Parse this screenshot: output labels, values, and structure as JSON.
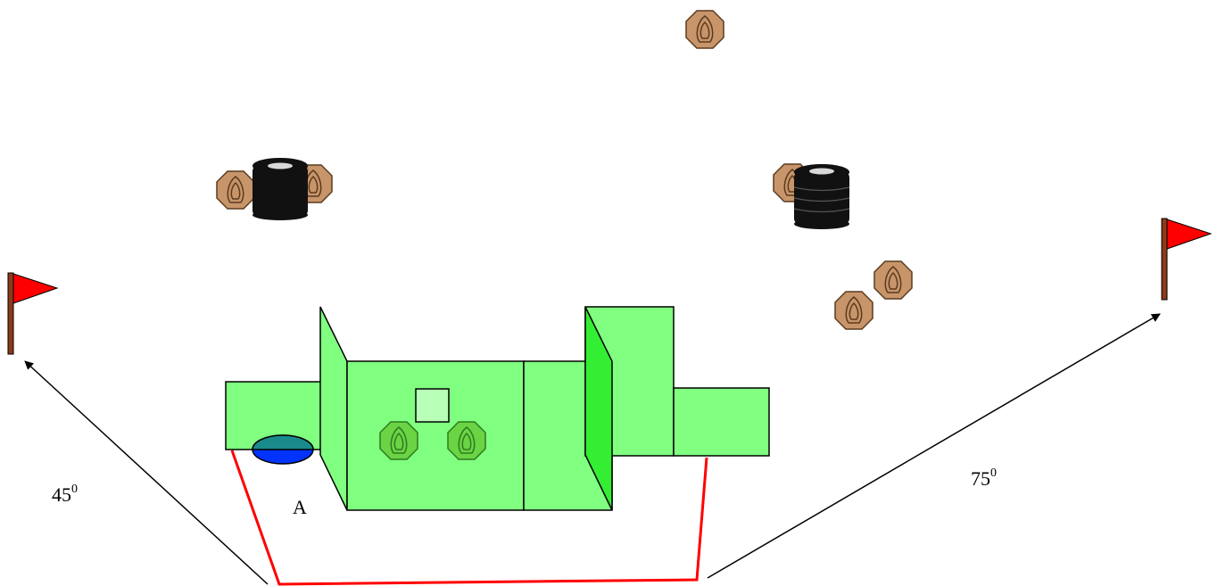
{
  "labels": {
    "left_angle": "45",
    "left_angle_sup": "0",
    "right_angle": "75",
    "right_angle_sup": "0",
    "start_position": "A"
  },
  "colors": {
    "barrier_fill": "#80ff80",
    "barrier_dark": "#33ee33",
    "window_fill": "#b8ffb8",
    "paper_target": "#c8956a",
    "no_shoot_target": "#6ad444",
    "barrel": "#111111",
    "flag": "#ff0000",
    "flag_pole": "#8b3a1a",
    "fault_line": "#ff0000",
    "wheel_top": "#1a8a8a",
    "wheel_bottom": "#0033ff"
  },
  "icons": {
    "paper_target": "octagon-target-icon",
    "no_shoot_target": "no-shoot-target-icon",
    "barrel": "barrel-icon",
    "flag": "flag-icon",
    "wheel": "wheel-icon"
  }
}
